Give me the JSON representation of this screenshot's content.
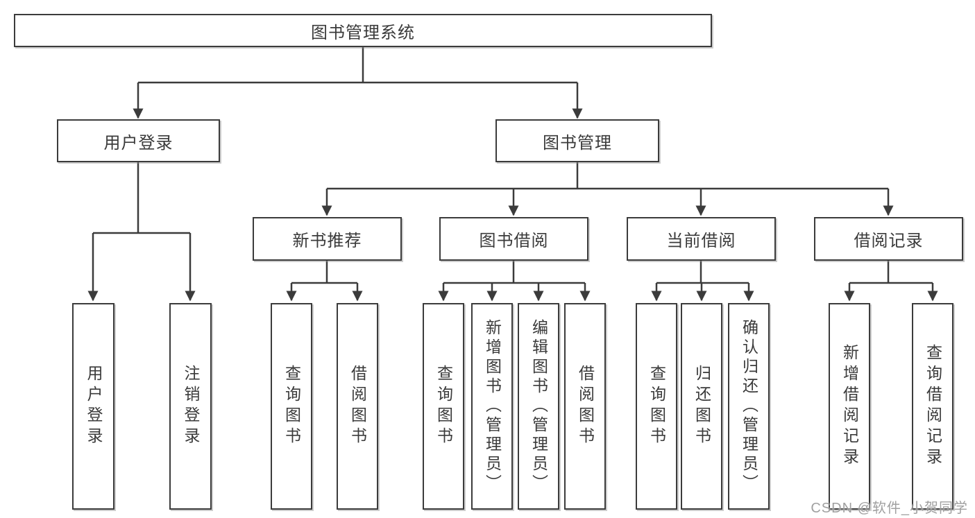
{
  "nodes": {
    "root": "图书管理系统",
    "user_login": "用户登录",
    "book_manage": "图书管理",
    "new_book_rec": "新书推荐",
    "book_borrow": "图书借阅",
    "current_borrow": "当前借阅",
    "borrow_record": "借阅记录",
    "leaf_user_login": "用户登录",
    "leaf_logout": "注销登录",
    "leaf_query_book_nb": "查询图书",
    "leaf_borrow_book_nb": "借阅图书",
    "leaf_query_book_bb": "查询图书",
    "leaf_add_book": "新增图书（管理员）",
    "leaf_edit_book": "编辑图书（管理员）",
    "leaf_borrow_book_bb": "借阅图书",
    "leaf_query_book_cb": "查询图书",
    "leaf_return_book": "归还图书",
    "leaf_confirm_return": "确认归还（管理员）",
    "leaf_add_record": "新增借阅记录",
    "leaf_query_record": "查询借阅记录"
  },
  "watermark": "CSDN @软件_小贺同学",
  "colors": {
    "line": "#3b3b3b",
    "box_border": "#3b3b3b",
    "text": "#3a3a3a",
    "watermark": "#969696",
    "background": "#ffffff"
  }
}
